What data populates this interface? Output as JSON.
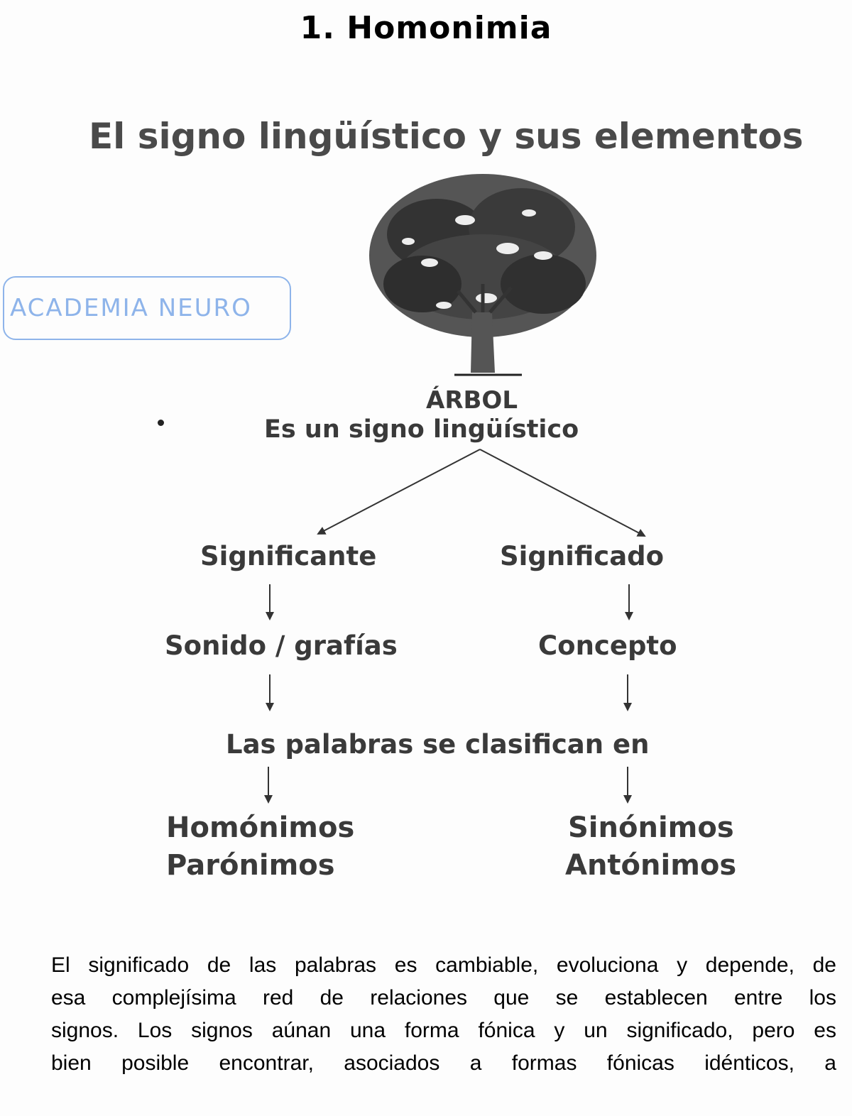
{
  "document": {
    "title": "1.  Homonimia",
    "subtitle": "El signo lingüístico y sus elementos",
    "watermark": "ACADEMIA NEURO",
    "diagram": {
      "root_word": "ÁRBOL",
      "root_caption": "Es un signo lingüístico",
      "left_branch": "Significante",
      "right_branch": "Significado",
      "left_detail": "Sonido / grafías",
      "right_detail": "Concepto",
      "classification": "Las palabras se clasifican en",
      "left_types": [
        "Homónimos",
        "Parónimos"
      ],
      "right_types": [
        "Sinónimos",
        "Antónimos"
      ]
    },
    "body_lines": [
      "El significado de las palabras es cambiable, evoluciona y depende, de",
      "esa complejísima red de relaciones que se establecen entre los",
      "signos. Los signos aúnan una forma fónica y un significado, pero es",
      "bien posible encontrar, asociados a formas fónicas idénticos, a"
    ]
  }
}
